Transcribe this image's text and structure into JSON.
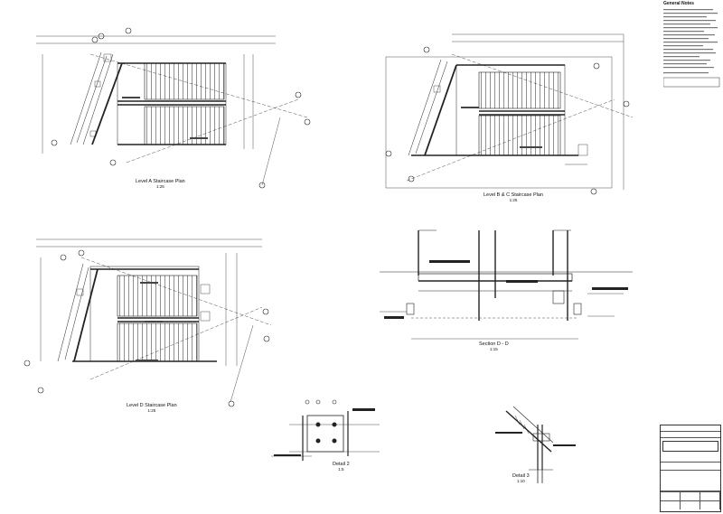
{
  "general_notes": {
    "heading": "General Notes"
  },
  "views": {
    "level_a": {
      "title": "Level A Staircase Plan",
      "scale": "1:25"
    },
    "level_bc": {
      "title": "Level B & C Staircase Plan",
      "scale": "1:25"
    },
    "level_d": {
      "title": "Level D Staircase Plan",
      "scale": "1:25"
    },
    "section_dd": {
      "title": "Section D - D",
      "scale": "1:15"
    },
    "detail_2": {
      "title": "Detail 2",
      "scale": "1:5"
    },
    "detail_3": {
      "title": "Detail 3",
      "scale": "1:10"
    }
  },
  "colors": {
    "line": "#222222",
    "paper": "#ffffff",
    "dim": "#555555"
  }
}
